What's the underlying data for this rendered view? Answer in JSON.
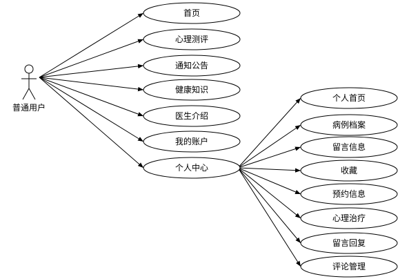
{
  "actor": {
    "name": "普通用户"
  },
  "use_cases": {
    "home": "首页",
    "psych_test": "心理测评",
    "notice": "通知公告",
    "health": "健康知识",
    "doctors": "医生介绍",
    "account": "我的账户",
    "personal_center": "个人中心",
    "pc_home": "个人首页",
    "case_file": "病例档案",
    "message_info": "留言信息",
    "favorites": "收藏",
    "appointment": "预约信息",
    "therapy": "心理治疗",
    "message_reply": "留言回复",
    "comment_mgmt": "评论管理"
  }
}
